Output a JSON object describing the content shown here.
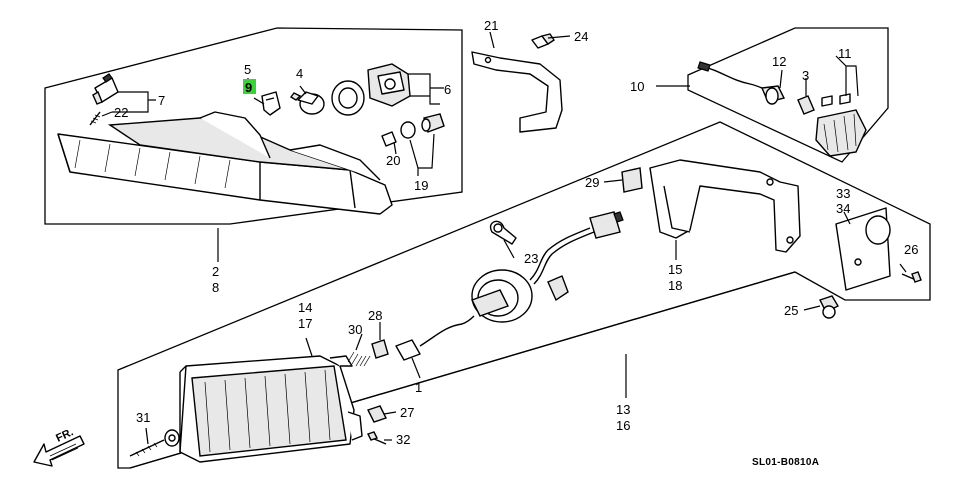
{
  "diagram_code": "SL01-B0810A",
  "direction_label": "FR.",
  "highlighted_part": "9",
  "highlight_color": "#3bd13b",
  "labels": {
    "p1": "1",
    "p2": "2",
    "p3": "3",
    "p4": "4",
    "p5": "5",
    "p6": "6",
    "p7": "7",
    "p8": "8",
    "p9": "9",
    "p10": "10",
    "p11": "11",
    "p12": "12",
    "p13": "13",
    "p14": "14",
    "p15": "15",
    "p16": "16",
    "p17": "17",
    "p18": "18",
    "p19": "19",
    "p20": "20",
    "p21": "21",
    "p22": "22",
    "p23": "23",
    "p24": "24",
    "p25": "25",
    "p26": "26",
    "p27": "27",
    "p28": "28",
    "p29": "29",
    "p30": "30",
    "p31": "31",
    "p32": "32",
    "p33": "33",
    "p34": "34"
  }
}
